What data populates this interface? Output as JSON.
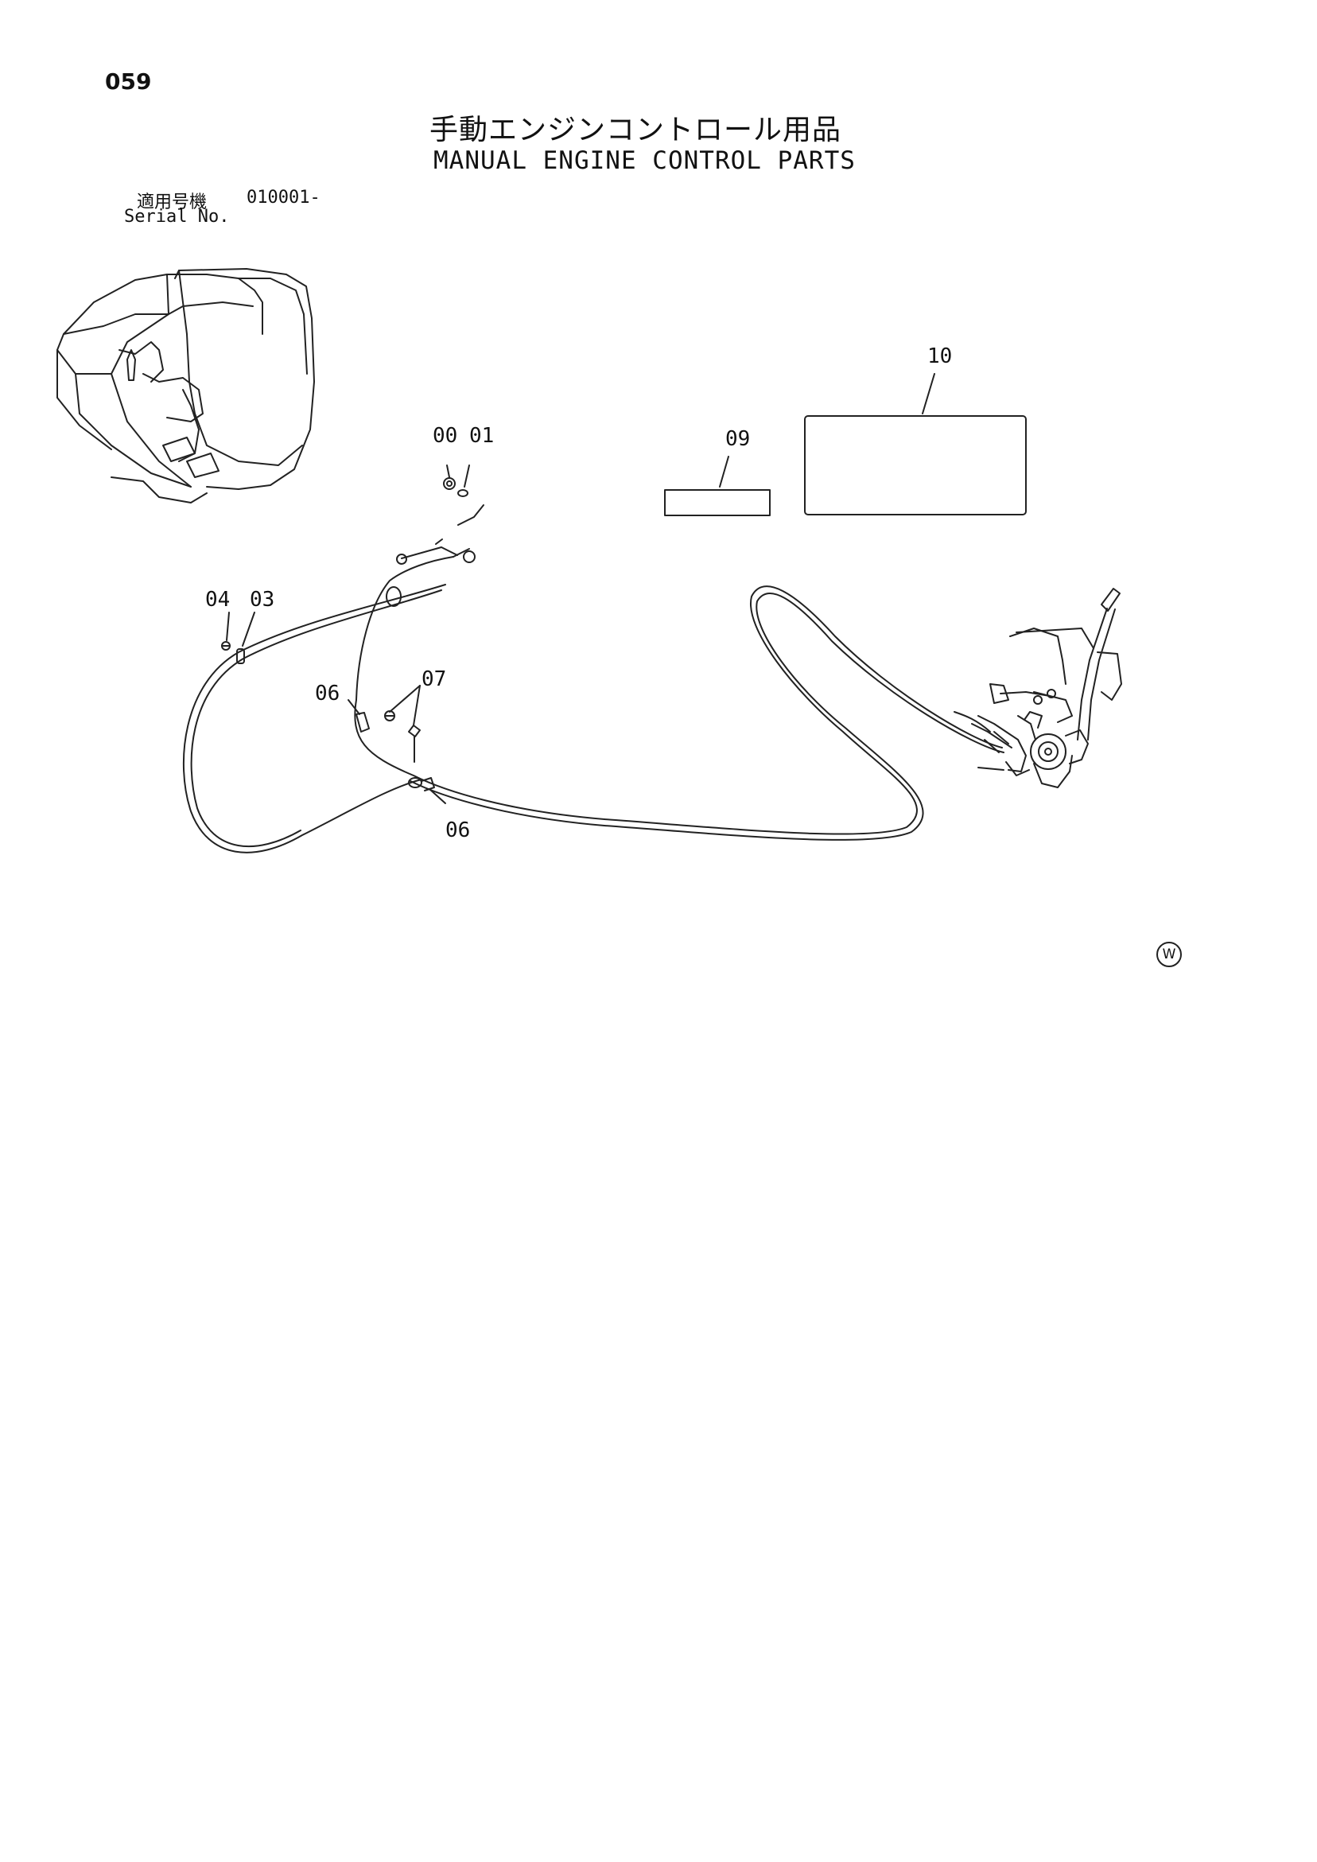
{
  "header": {
    "page_number": "059",
    "title_jp": "手動エンジンコントロール用品",
    "title_en": "MANUAL ENGINE CONTROL PARTS"
  },
  "serial": {
    "label_jp": "適用号機",
    "value": "010001-",
    "label_en": "Serial No."
  },
  "callouts": {
    "c00": "00",
    "c01": "01",
    "c03": "03",
    "c04": "04",
    "c06a": "06",
    "c06b": "06",
    "c07": "07",
    "c09": "09",
    "c10": "10"
  },
  "watermark": "W"
}
